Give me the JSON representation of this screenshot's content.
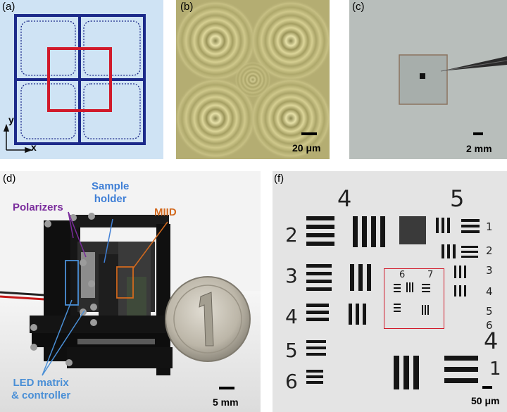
{
  "panel_labels": {
    "a": "(a)",
    "b": "(b)",
    "c": "(c)",
    "d": "(d)",
    "f": "(f)"
  },
  "panel_a": {
    "y_label": "y",
    "x_label": "x",
    "background": "#cfe3f4",
    "grid_color": "#1c2a8a",
    "highlight_color": "#d11a2a"
  },
  "panel_b": {
    "scale_label": "20 μm"
  },
  "panel_c": {
    "scale_label": "2 mm"
  },
  "panel_d": {
    "scale_label": "5 mm",
    "annotations": {
      "polarizers": "Polarizers",
      "sample_holder_line1": "Sample",
      "sample_holder_line2": "holder",
      "miid": "MIID",
      "led_line1": "LED matrix",
      "led_line2": "& controller"
    },
    "annotation_colors": {
      "polarizers": "#7a2c9c",
      "sample": "#3f7fd6",
      "miid": "#d2691e",
      "led": "#4a8fd6"
    }
  },
  "panel_f": {
    "scale_label": "50 μm",
    "group_numbers": [
      "4",
      "5",
      "2",
      "3",
      "4",
      "5",
      "6",
      "1",
      "2",
      "3",
      "4",
      "5",
      "6",
      "6",
      "7",
      "4",
      "1"
    ]
  }
}
